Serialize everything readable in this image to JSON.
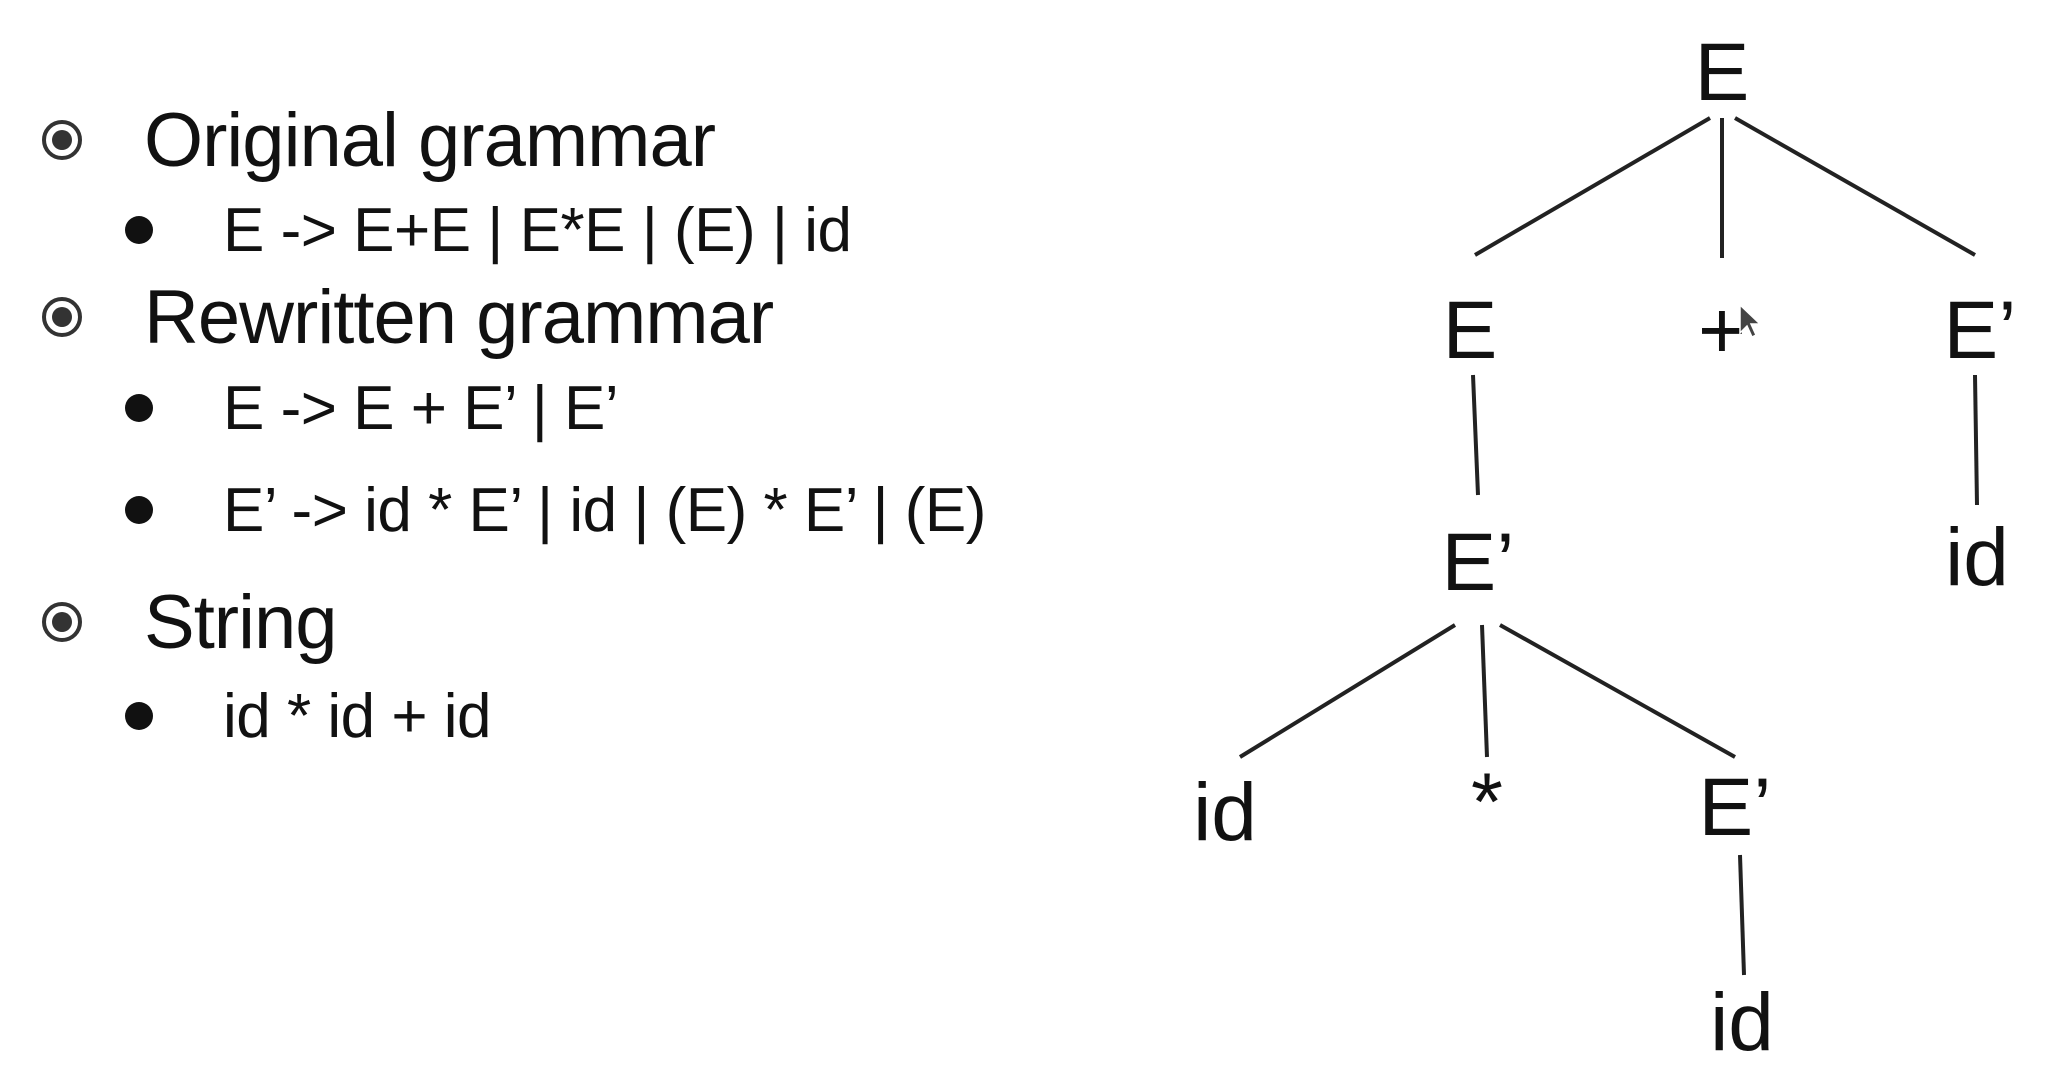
{
  "outline": {
    "sections": [
      {
        "title": "Original grammar",
        "items": [
          "E -> E+E | E*E | (E) | id"
        ]
      },
      {
        "title": "Rewritten grammar",
        "items": [
          "E -> E + E’ | E’",
          "E’ -> id * E’ | id | (E) * E’ | (E)"
        ]
      },
      {
        "title": "String",
        "items": [
          "id * id + id"
        ]
      }
    ]
  },
  "tree": {
    "root": "E",
    "level1": {
      "left": "E",
      "middle": "+",
      "right": "E’"
    },
    "level2": {
      "left": "E’",
      "right": "id"
    },
    "level3": {
      "left": "id",
      "middle": "*",
      "right": "E’"
    },
    "level4": {
      "right": "id"
    }
  }
}
